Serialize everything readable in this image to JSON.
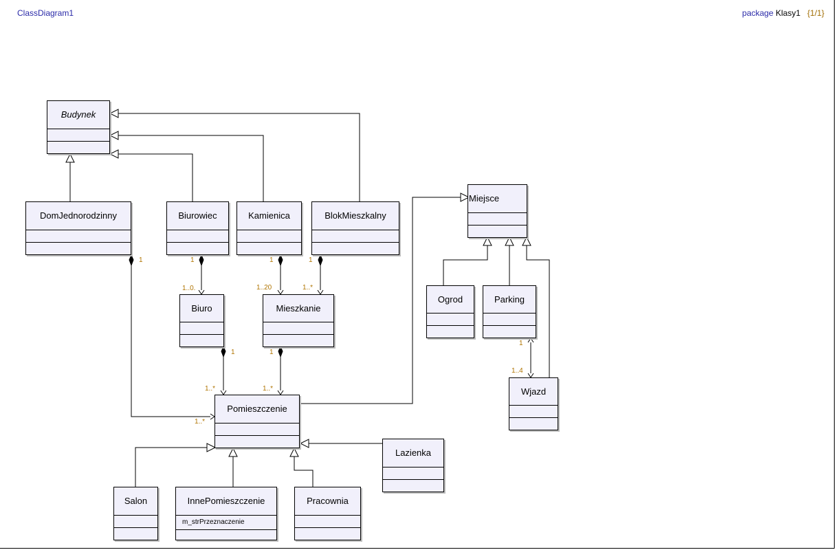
{
  "header": {
    "diagram_name": "ClassDiagram1",
    "package_keyword": "package",
    "package_name": "Klasy1",
    "page_index": "{1/1}"
  },
  "classes": {
    "budynek": {
      "name": "Budynek",
      "abstract": true
    },
    "dom": {
      "name": "DomJednorodzinny"
    },
    "biurowiec": {
      "name": "Biurowiec"
    },
    "kamienica": {
      "name": "Kamienica"
    },
    "blok": {
      "name": "BlokMieszkalny"
    },
    "miejsce": {
      "name": "Miejsce"
    },
    "ogrod": {
      "name": "Ogrod"
    },
    "parking": {
      "name": "Parking"
    },
    "wjazd": {
      "name": "Wjazd"
    },
    "biuro": {
      "name": "Biuro"
    },
    "mieszkanie": {
      "name": "Mieszkanie"
    },
    "pomieszczenie": {
      "name": "Pomieszczenie"
    },
    "lazienka": {
      "name": "Lazienka"
    },
    "salon": {
      "name": "Salon"
    },
    "inne": {
      "name": "InnePomieszczenie",
      "attribute": "m_strPrzeznaczenie"
    },
    "pracownia": {
      "name": "Pracownia"
    }
  },
  "multiplicities": {
    "dom_1": "1",
    "dom_pom": "1..*",
    "biurowiec_1": "1",
    "biuro_0": "1..0.",
    "kamienica_1": "1",
    "mieszkanie_20": "1..20",
    "blok_1": "1",
    "blok_mieszk": "1..*",
    "biuro_1": "1",
    "biuro_pom": "1..*",
    "mieszkanie_1": "1",
    "mieszk_pom": "1..*",
    "parking_1": "1",
    "wjazd_4": "1..4"
  },
  "colors": {
    "class_fill": "#f1f0fb",
    "header_blue": "#2a2aa8",
    "multiplicity": "#b07400"
  }
}
